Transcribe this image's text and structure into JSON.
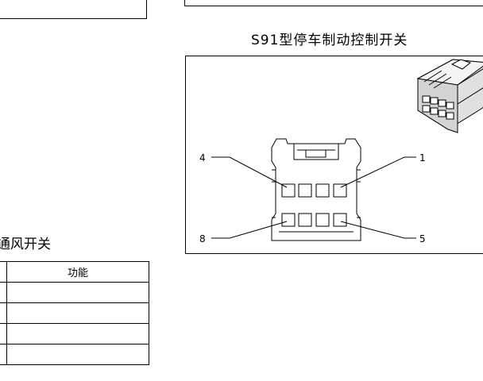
{
  "right_connector": {
    "title": "S91型停车制动控制开关",
    "pins": {
      "top_left": "4",
      "top_right": "1",
      "bottom_left": "8",
      "bottom_right": "5"
    }
  },
  "left_table": {
    "title_fragment": "通风开关",
    "header": "功能",
    "rows": [
      "",
      "",
      "",
      ""
    ]
  }
}
